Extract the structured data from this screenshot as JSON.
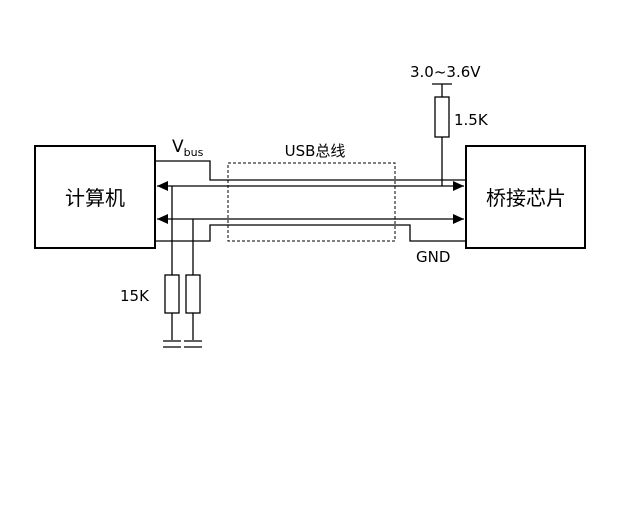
{
  "blocks": {
    "computer": "计算机",
    "bridge_chip": "桥接芯片"
  },
  "labels": {
    "vbus_main": "V",
    "vbus_sub": "bus",
    "usb_bus": "USB总线",
    "gnd": "GND",
    "supply_voltage": "3.0~3.6V",
    "pullup_resistor": "1.5K",
    "pulldown_resistor": "15K"
  }
}
